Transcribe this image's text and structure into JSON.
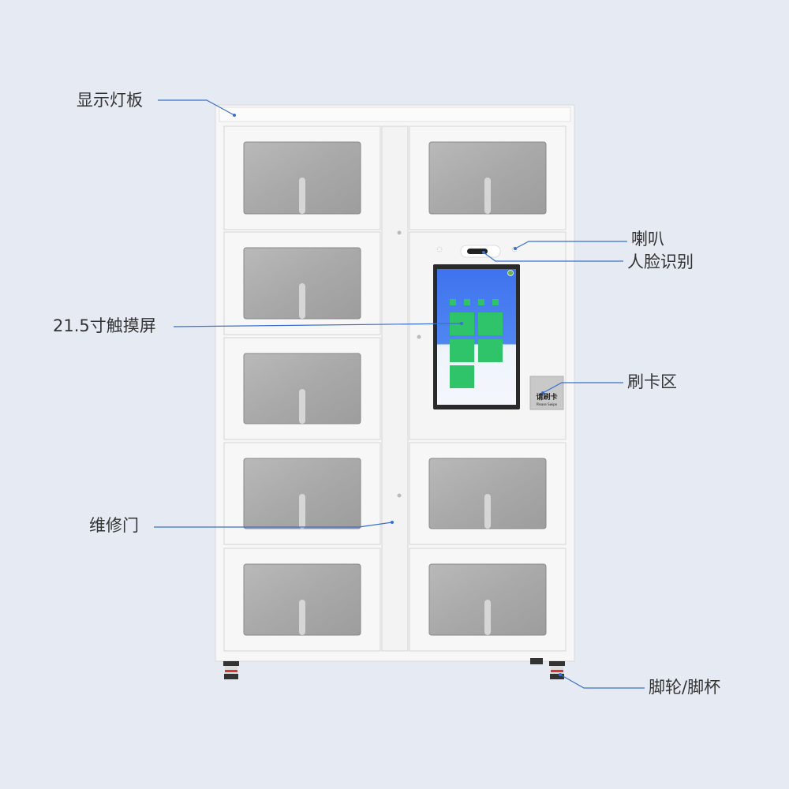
{
  "labels": {
    "light_panel": "显示灯板",
    "speaker": "喇叭",
    "face_recognition": "人脸识别",
    "touch_screen": "21.5寸触摸屏",
    "card_area": "刷卡区",
    "maintenance_door": "维修门",
    "casters": "脚轮/脚杯"
  },
  "card_reader": {
    "text": "请刷卡",
    "subtext": "Please Swipe"
  },
  "colors": {
    "background": "#e6ebf3",
    "leader_line": "#3a6fd0",
    "screen_blue": "#3f73ee",
    "tile_green": "#2fc46a"
  }
}
